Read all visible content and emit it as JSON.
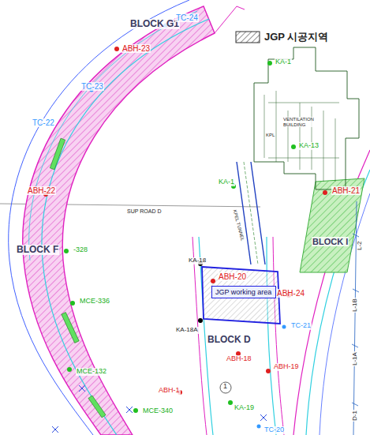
{
  "diagram": {
    "nodes": [
      {
        "text": [
          "JGP working area"
        ]
      }
    ],
    "labels": [
      "BLOCK G1",
      "TC-24",
      "ABH-23",
      "TC-23",
      "TC-22",
      "ABH-22",
      "SUP ROAD D",
      "BLOCK F",
      "-328",
      "MCE-336",
      "MCE-132",
      "MCE-340",
      "KA-1",
      "VENTILATION BUILDING",
      "KPL",
      "KA-13",
      "KA-1",
      "KPEL TUNNEL",
      "ABH-21",
      "BLOCK I",
      "KA-18",
      "ABH-20",
      "ABH-24",
      "BLOCK D",
      "KA-18A",
      "TC-21",
      "ABH-18",
      "ABH-19",
      "ABH-1",
      "KA-19",
      "TC-20",
      "L-2",
      "L-1B",
      "L-1A",
      "D-1",
      "1"
    ],
    "legend": [
      {
        "text": "JGP 시공지역"
      }
    ]
  }
}
